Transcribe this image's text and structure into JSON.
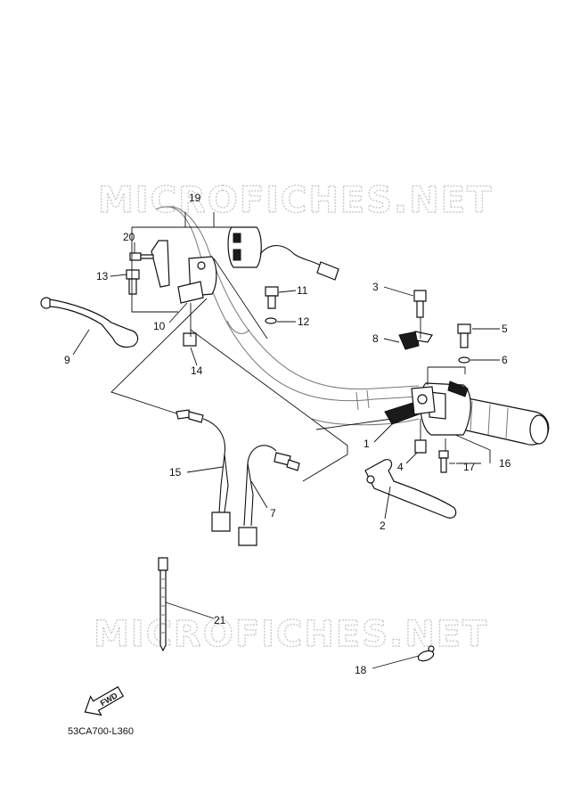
{
  "watermarks": [
    "MICROFICHES.NET",
    "MICROFICHES.NET"
  ],
  "callouts": [
    "1",
    "2",
    "3",
    "4",
    "5",
    "6",
    "7",
    "8",
    "9",
    "10",
    "11",
    "12",
    "13",
    "14",
    "15",
    "16",
    "17",
    "18",
    "19",
    "20",
    "21"
  ],
  "fwd_label": "FWD",
  "diagram_code": "53CA700-L360"
}
